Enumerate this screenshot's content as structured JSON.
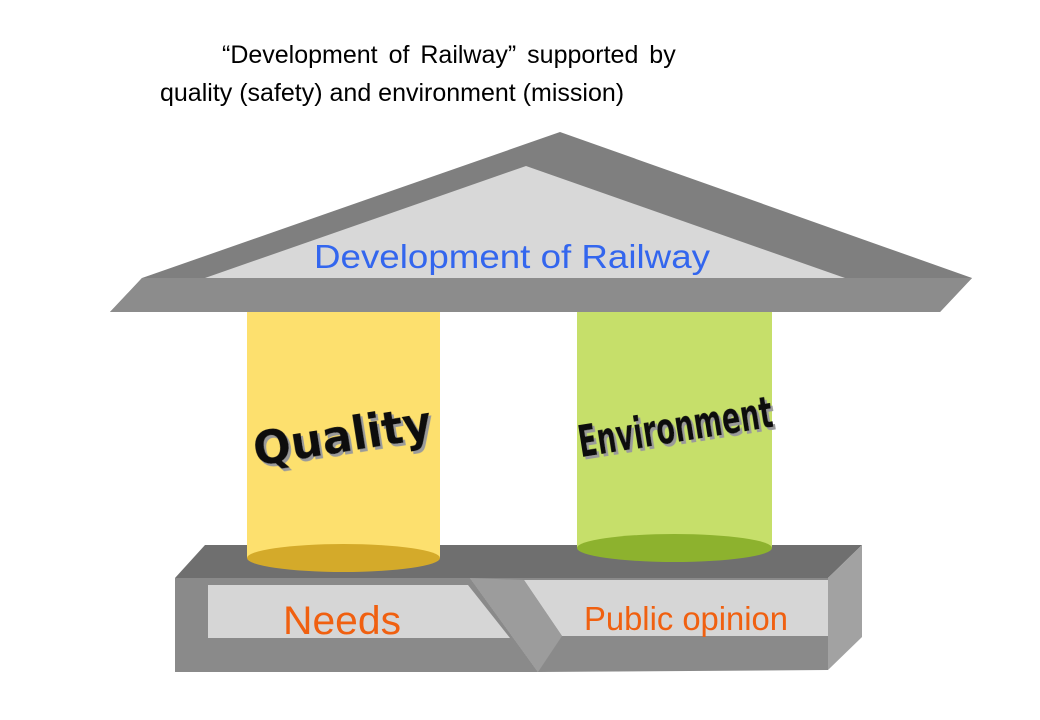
{
  "title": {
    "line1": "“Development of Railway” supported by",
    "line2": "quality (safety) and environment (mission)"
  },
  "roof": {
    "label": "Development of Railway"
  },
  "pillars": [
    {
      "label": "Quality",
      "color": "#fde06e",
      "base_color": "#d4aa2a"
    },
    {
      "label": "Environment",
      "color": "#c6df6a",
      "base_color": "#8db22e"
    }
  ],
  "foundation": {
    "left_label": "Needs",
    "right_label": "Public opinion"
  },
  "colors": {
    "roof_label": "#3366ee",
    "foundation_label": "#f06010",
    "pillar_label": "#111111",
    "structure_dark": "#7a7a7a",
    "structure_light": "#d8d8d8"
  }
}
